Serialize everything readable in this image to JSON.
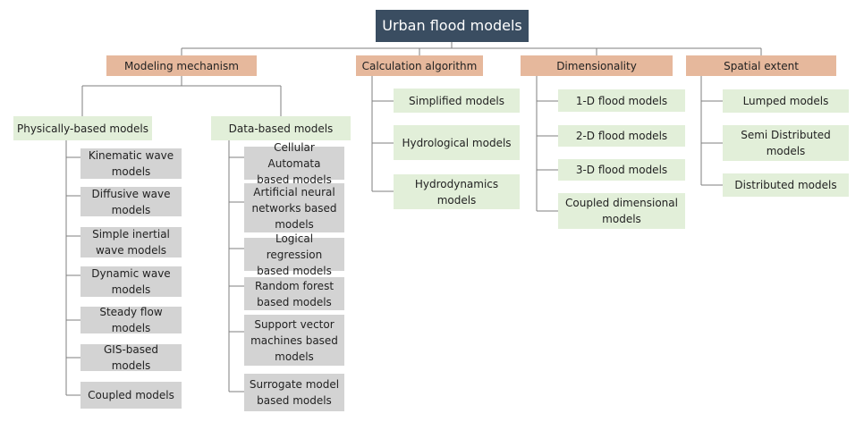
{
  "root": "Urban flood models",
  "categories": {
    "mechanism": "Modeling mechanism",
    "algorithm": "Calculation algorithm",
    "dimensionality": "Dimensionality",
    "spatial": "Spatial extent"
  },
  "mechanism": {
    "physical": {
      "label": "Physically-based models",
      "items": [
        "Kinematic wave\nmodels",
        "Diffusive wave\nmodels",
        "Simple inertial\nwave models",
        "Dynamic wave\nmodels",
        "Steady flow models",
        "GIS-based models",
        "Coupled models"
      ]
    },
    "data": {
      "label": "Data-based models",
      "items": [
        "Cellular Automata\nbased models",
        "Artificial neural\nnetworks based\nmodels",
        "Logical regression\nbased models",
        "Random forest\nbased models",
        "Support vector\nmachines based\nmodels",
        "Surrogate model\nbased models"
      ]
    }
  },
  "algorithm": {
    "items": [
      "Simplified models",
      "Hydrological models",
      "Hydrodynamics models"
    ]
  },
  "dimensionality": {
    "items": [
      "1-D flood models",
      "2-D flood models",
      "3-D flood models",
      "Coupled dimensional\nmodels"
    ]
  },
  "spatial": {
    "items": [
      "Lumped models",
      "Semi Distributed models",
      "Distributed models"
    ]
  },
  "colors": {
    "root_fill": "#3a4d61",
    "category_fill": "#e6b89c",
    "subcategory_fill": "#e2efd9",
    "leaf_fill": "#d3d3d3",
    "connector": "#7f7f7f"
  }
}
